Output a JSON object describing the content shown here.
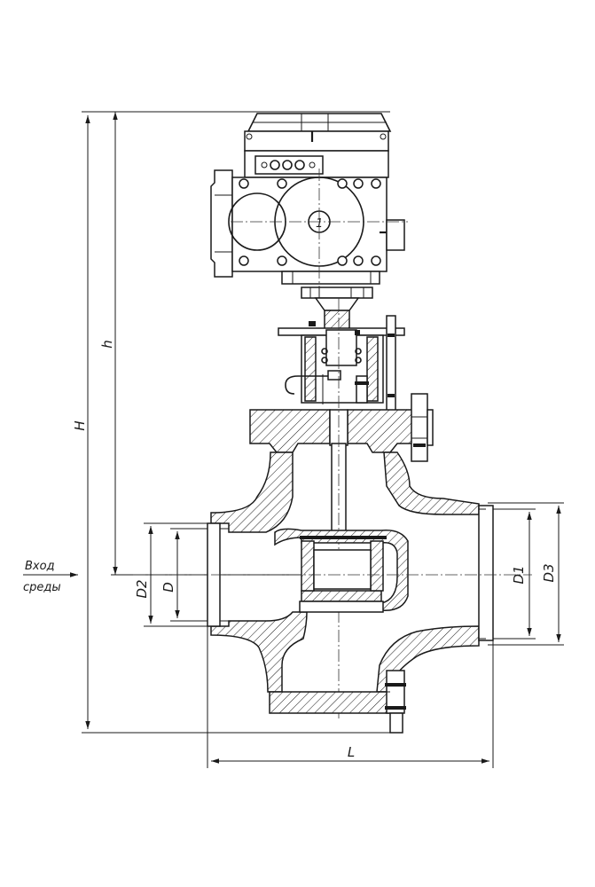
{
  "dimensions": {
    "H": "H",
    "h": "h",
    "L": "L",
    "D": "D",
    "D1": "D1",
    "D2": "D2",
    "D3": "D3"
  },
  "inlet": {
    "line1": "Вход",
    "line2": "среды"
  },
  "actuator": {
    "handwheel_mark": "1"
  },
  "colors": {
    "line": "#1a1a1a",
    "background": "#ffffff"
  }
}
